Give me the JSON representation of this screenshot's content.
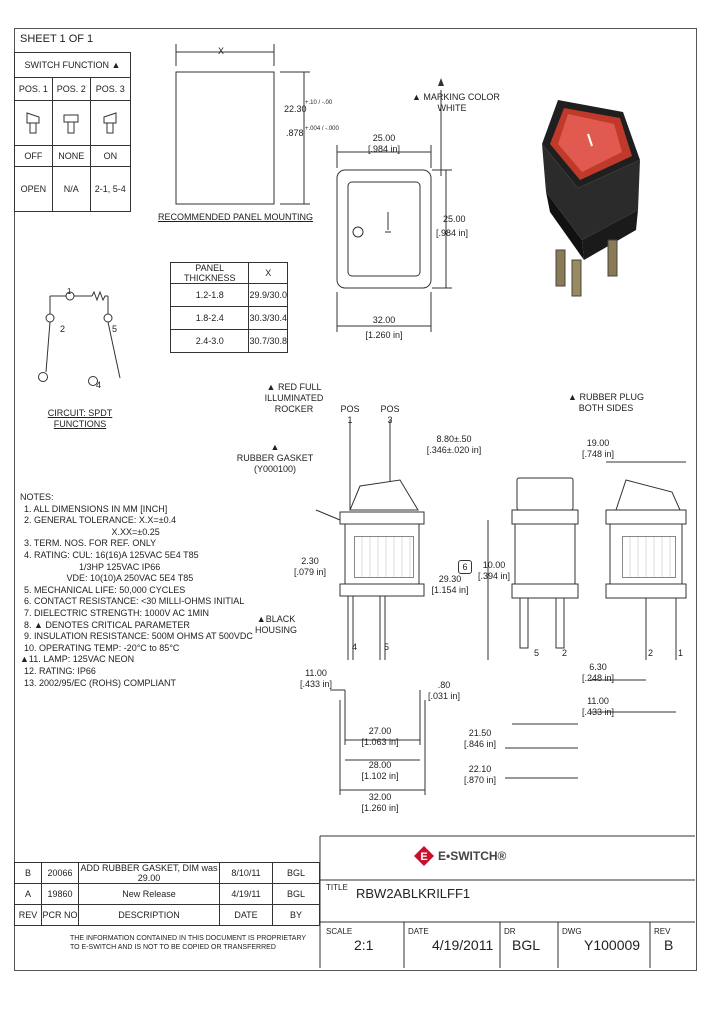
{
  "sheet": "SHEET 1 OF 1",
  "switch_function": {
    "title": "SWITCH FUNCTION ▲",
    "positions": [
      "POS. 1",
      "POS. 2",
      "POS. 3"
    ],
    "states": [
      "OFF",
      "NONE",
      "ON"
    ],
    "circuits": [
      "OPEN",
      "N/A",
      "2-1, 5-4"
    ]
  },
  "panel_mounting": {
    "x_label": "X",
    "height_mm": "22.30",
    "height_tol_mm": "+.10 / -.00",
    "height_in": ".878",
    "height_tol_in": "+.004 / -.000",
    "title": "RECOMMENDED PANEL MOUNTING",
    "table_headers": [
      "PANEL THICKNESS",
      "X"
    ],
    "table_rows": [
      [
        "1.2-1.8",
        "29.9/30.0"
      ],
      [
        "1.8-2.4",
        "30.3/30.4"
      ],
      [
        "2.4-3.0",
        "30.7/30.8"
      ]
    ]
  },
  "front_view": {
    "marking_note": "▲ MARKING COLOR\nWHITE",
    "width_mm": "25.00",
    "width_in": "[.984 in]",
    "height_mm": "25.00",
    "height_in": "[.984 in]",
    "bottom_mm": "32.00",
    "bottom_in": "[1.260 in]"
  },
  "circuit": {
    "labels": [
      "1",
      "2",
      "4",
      "5"
    ],
    "caption": "CIRCUIT: SPDT\nFUNCTIONS"
  },
  "side_view": {
    "red_rocker": "▲ RED FULL\nILLUMINATED\nROCKER",
    "pos1": "POS\n1",
    "pos3": "POS\n3",
    "gasket": "▲\nRUBBER GASKET\n(Y000100)",
    "black_housing": "▲BLACK\nHOUSING",
    "dim_230": "2.30\n[.079 in]",
    "dim_880": "8.80±.50\n[.346±.020 in]",
    "dim_2930": "29.30\n[1.154 in]",
    "dim_1100": "11.00\n[.433 in]",
    "dim_080": ".80\n[.031 in]",
    "dim_2700": "27.00\n[1.063 in]",
    "dim_2800": "28.00\n[1.102 in]",
    "dim_3200": "32.00\n[1.260 in]",
    "terminal_labels": [
      "4",
      "5"
    ],
    "hex_mark": "6"
  },
  "end_view": {
    "dim_1000": "10.00\n[.394 in]",
    "dim_2150": "21.50\n[.846 in]",
    "dim_2210": "22.10\n[.870 in]",
    "terminal_labels": [
      "5",
      "2"
    ]
  },
  "right_view": {
    "rubber_plug": "▲ RUBBER PLUG\nBOTH SIDES",
    "dim_1900": "19.00\n[.748 in]",
    "dim_630": "6.30\n[.248 in]",
    "dim_1100": "11.00\n[.433 in]",
    "terminal_labels": [
      "2",
      "1"
    ]
  },
  "notes": {
    "title": "NOTES:",
    "items": [
      "1. ALL DIMENSIONS IN MM [INCH]",
      "2. GENERAL TOLERANCE: X.X=±0.4",
      "                                   X.XX=±0.25",
      "3. TERM. NOS. FOR REF. ONLY",
      "4. RATING: CUL: 16(16)A 125VAC 5E4 T85",
      "                      1/3HP 125VAC IP66",
      "                 VDE: 10(10)A 250VAC 5E4 T85",
      "5. MECHANICAL LIFE: 50,000 CYCLES",
      "6. CONTACT RESISTANCE: <30 MILLI-OHMS INITIAL",
      "7. DIELECTRIC STRENGTH: 1000V AC 1MIN",
      "8. ▲ DENOTES CRITICAL PARAMETER",
      "9. INSULATION RESISTANCE: 500M OHMS AT 500VDC",
      "10. OPERATING TEMP: -20°C to 85°C",
      "▲11. LAMP: 125VAC NEON",
      "12. RATING: IP66",
      "13. 2002/95/EC (ROHS) COMPLIANT"
    ]
  },
  "revisions": {
    "headers": [
      "REV",
      "PCR NO",
      "DESCRIPTION",
      "DATE",
      "BY"
    ],
    "rows": [
      [
        "B",
        "20066",
        "ADD RUBBER GASKET, DIM was 29.00",
        "8/10/11",
        "BGL"
      ],
      [
        "A",
        "19860",
        "New Release",
        "4/19/11",
        "BGL"
      ]
    ],
    "proprietary": "THE INFORMATION CONTAINED IN THIS DOCUMENT IS PROPRIETARY\nTO E-SWITCH AND IS NOT TO BE COPIED OR TRANSFERRED"
  },
  "title_block": {
    "logo_text": "E•SWITCH®",
    "title_label": "TITLE",
    "title": "RBW2ABLKRILFF1",
    "labels": [
      "SCALE",
      "DATE",
      "DR",
      "DWG",
      "REV"
    ],
    "values": [
      "2:1",
      "4/19/2011",
      "BGL",
      "Y100009",
      "B"
    ]
  },
  "colors": {
    "rocker_red": "#c0392b",
    "housing": "#222222",
    "logo_red": "#c8102e"
  }
}
